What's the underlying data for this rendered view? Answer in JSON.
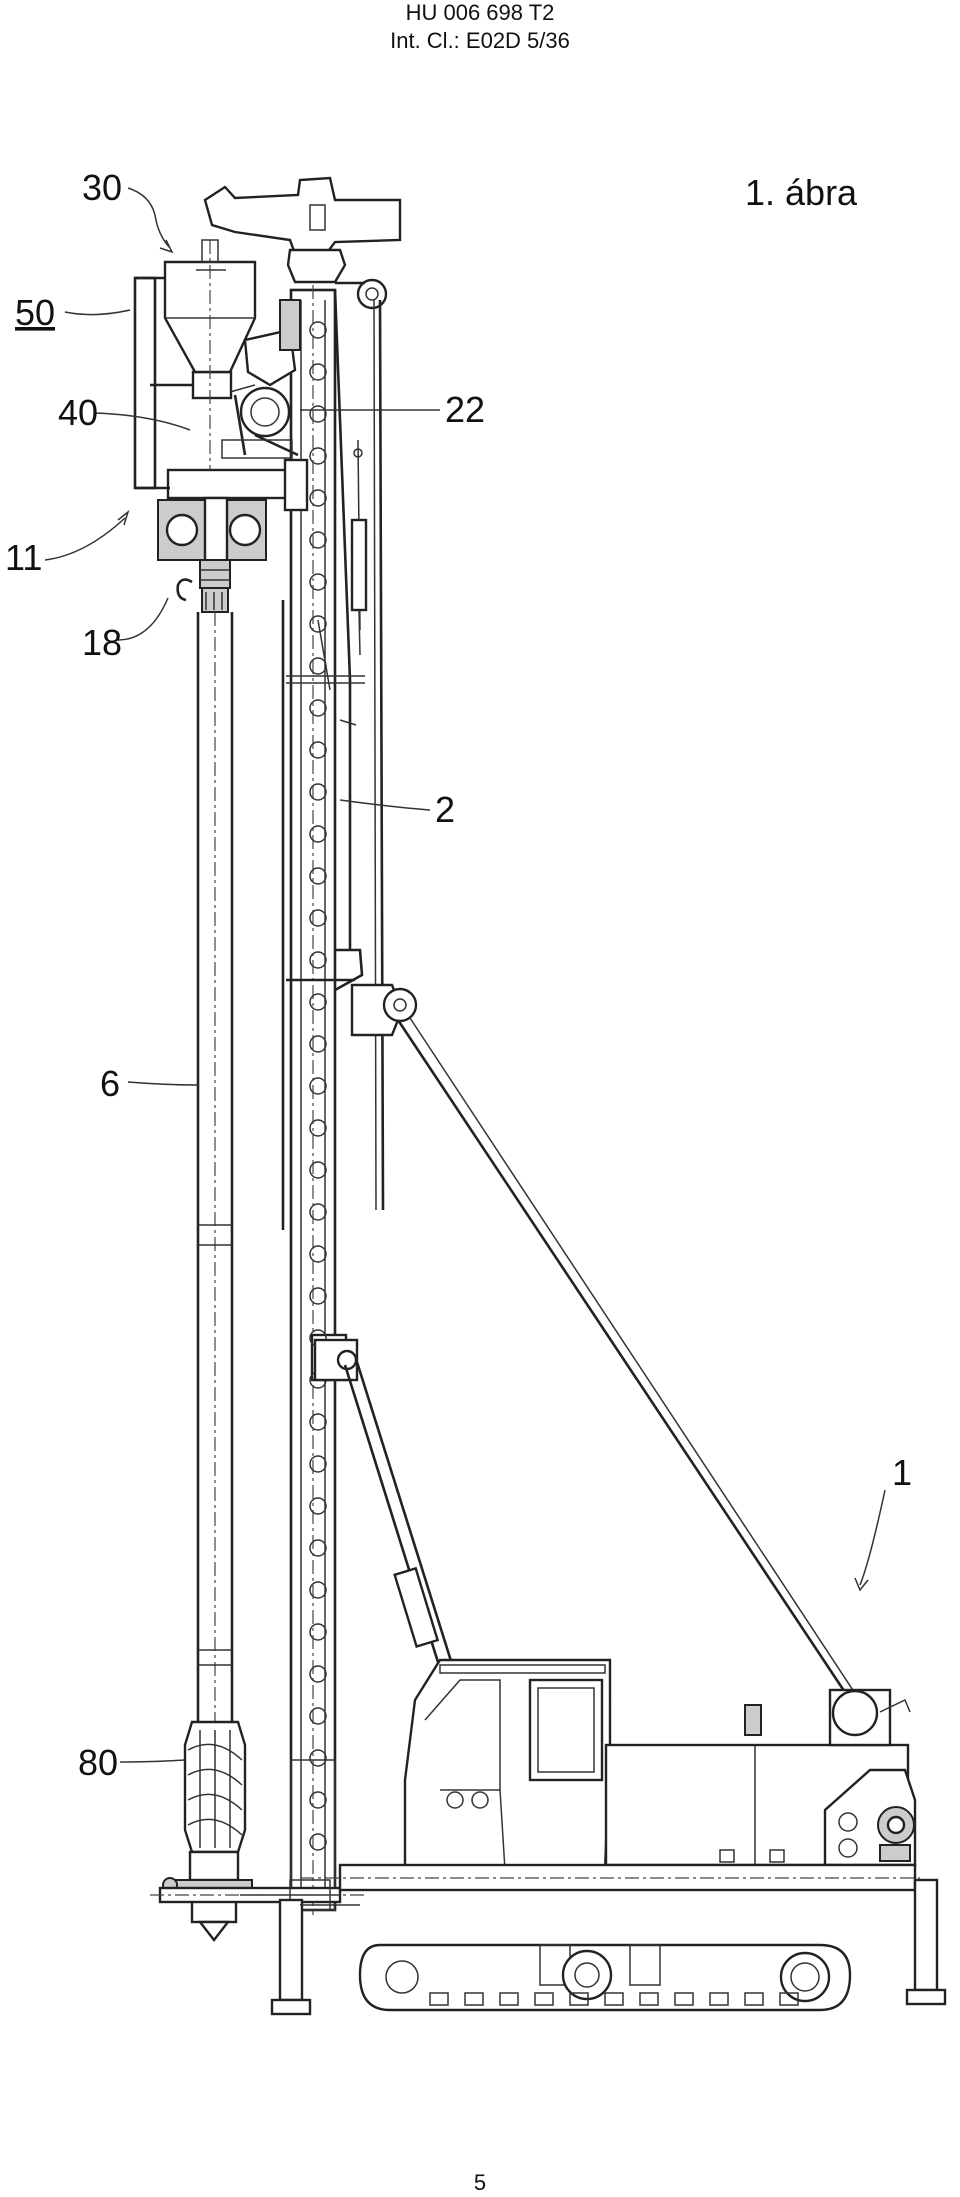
{
  "header": {
    "line1": "HU 006 698 T2",
    "line2": "Int. Cl.: E02D 5/36"
  },
  "figure_title": "1. ábra",
  "reference_labels": {
    "r30": "30",
    "r50": "50",
    "r40": "40",
    "r22": "22",
    "r11": "11",
    "r18": "18",
    "r2": "2",
    "r6": "6",
    "r1": "1",
    "r80": "80"
  },
  "page_number": "5"
}
